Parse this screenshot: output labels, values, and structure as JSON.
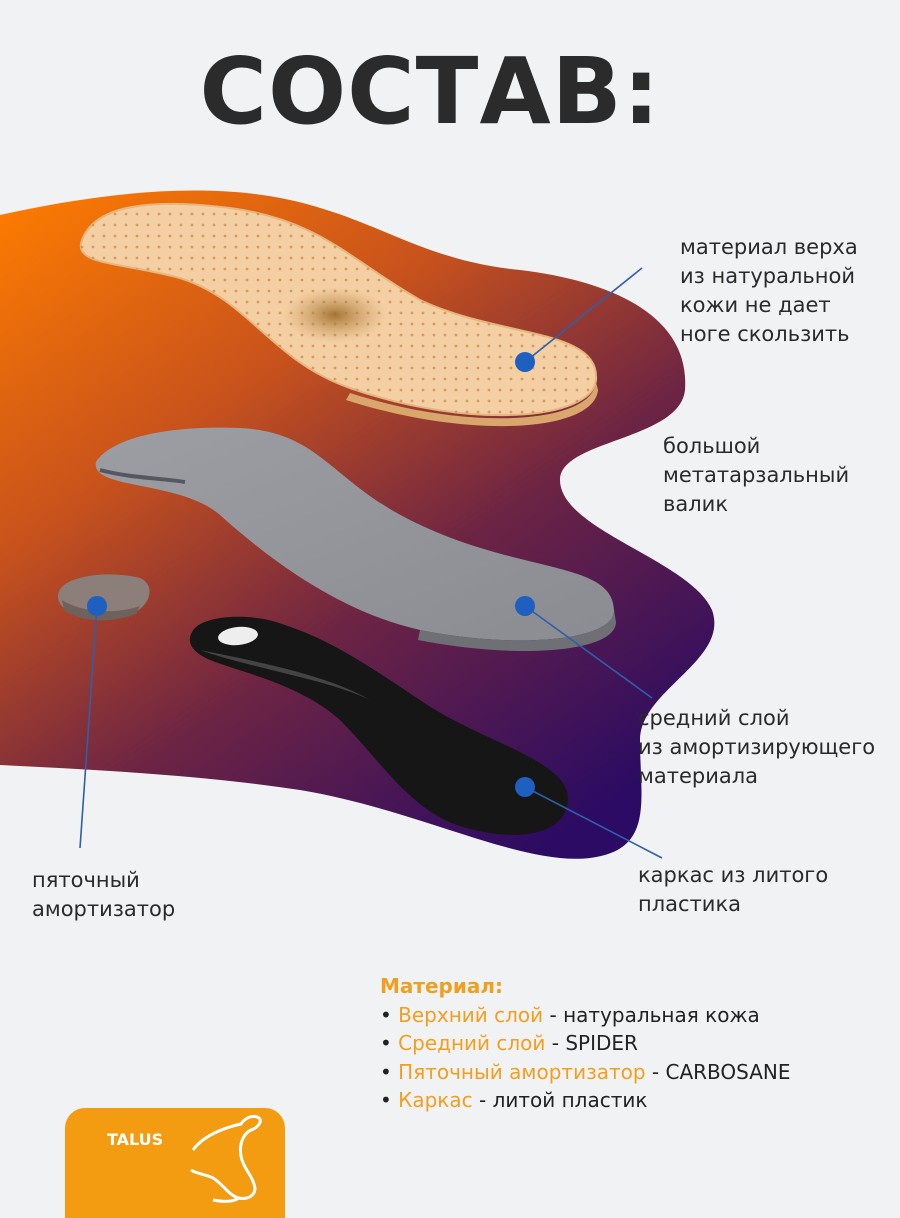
{
  "title": "СОСТАВ:",
  "callouts": {
    "top_layer": [
      "материал верха",
      "из натуральной",
      "кожи не дает",
      "ноге скользить"
    ],
    "metatarsal": [
      "большой",
      "метатарзальный",
      "валик"
    ],
    "middle_layer": [
      "средний слой",
      "из амортизирующего",
      "материала"
    ],
    "frame": [
      "каркас из литого",
      "пластика"
    ],
    "heel": [
      "пяточный",
      "амортизатор"
    ]
  },
  "materials": {
    "heading": "Материал:",
    "bullet": "•",
    "items": [
      {
        "key": "Верхний слой",
        "sep": " - ",
        "value": "натуральная кожа"
      },
      {
        "key": "Средний слой",
        "sep": " - ",
        "value": "SPIDER"
      },
      {
        "key": "Пяточный амортизатор",
        "sep": " - ",
        "value": "CARBOSANE"
      },
      {
        "key": "Каркас",
        "sep": " - ",
        "value": "литой пластик"
      }
    ]
  },
  "logo": {
    "brand": "TALUS"
  },
  "colors": {
    "accent": "#f39c12",
    "marker": "#1f5fbf",
    "background": "#f1f2f4",
    "gradient_start": "#ff7a00",
    "gradient_end": "#2a0a5e"
  }
}
